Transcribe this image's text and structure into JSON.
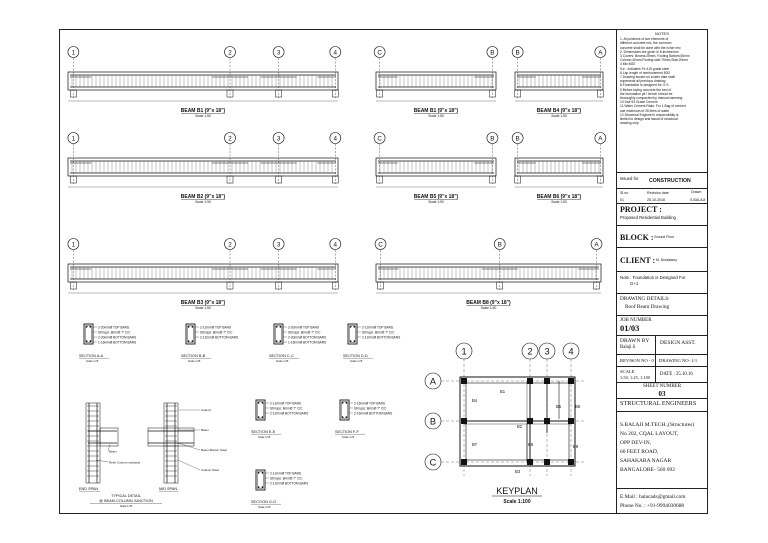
{
  "beams": [
    {
      "title": "BEAM B1 (9\"x 18\")",
      "scale": "Scale 1:50"
    },
    {
      "title": "BEAM B2 (9\"x 18\")",
      "scale": "Scale 1:50"
    },
    {
      "title": "BEAM B3 (9\"x 18\")",
      "scale": "Scale 1:50"
    },
    {
      "title": "BEAM B1 (9\"x 18\")",
      "scale": "Scale 1:50"
    },
    {
      "title": "BEAM B4 (9\"x 18\")",
      "scale": "Scale 1:50"
    },
    {
      "title": "BEAM B5 (9\"x 18\")",
      "scale": "Scale 1:50"
    },
    {
      "title": "BEAM B6 (9\"x 18\")",
      "scale": "Scale 1:50"
    },
    {
      "title": "BEAM B8 (9\"x 18\")",
      "scale": "Scale 1:50"
    }
  ],
  "grid_labels": {
    "one": "1",
    "two": "2",
    "three": "3",
    "four": "4",
    "A": "A",
    "B": "B",
    "C": "C"
  },
  "sections": [
    {
      "title": "SECTION A-A",
      "scale": "Scale 1:25",
      "notes": [
        "2-20mmØ TOP BARS",
        "Stirrups: 8mmØ 7\" C/C",
        "2-20mmØ BOTTOM BARS",
        "1-16mmØ BOTTOM BARS"
      ]
    },
    {
      "title": "SECTION B-B",
      "scale": "Scale 1:25",
      "notes": [
        "2-12mmØ TOP BARS",
        "Stirrups: 8mmØ 7\" C/C",
        "2-12mmØ BOTTOM BARS"
      ]
    },
    {
      "title": "SECTION C-C",
      "scale": "Scale 1:25",
      "notes": [
        "2-20mmØ TOP BARS",
        "Stirrups: 8mmØ 7\" C/C",
        "2-20mmØ BOTTOM BARS",
        "1-16mmØ BOTTOM BARS"
      ]
    },
    {
      "title": "SECTION D-D",
      "scale": "Scale 1:25",
      "notes": [
        "2-12mmØ TOP BARS",
        "Stirrups: 8mmØ 7\" C/C",
        "2-12mmØ BOTTOM BARS"
      ]
    },
    {
      "title": "SECTION E-E",
      "scale": "Scale 1:25",
      "notes": [
        "2-12mmØ TOP BARS",
        "Stirrups: 8mmØ 7\" C/C",
        "2-12mmØ BOTTOM BARS"
      ]
    },
    {
      "title": "SECTION F-F",
      "scale": "Scale 1:25",
      "notes": [
        "2-16mmØ TOP BARS",
        "Stirrups: 8mmØ 7\" C/C",
        "2-16mmØ BOTTOM BARS"
      ]
    },
    {
      "title": "SECTION G-G",
      "scale": "Scale 1:25",
      "notes": [
        "2-12mmØ TOP BARS",
        "Stirrups: 8mmØ 7\" C/C",
        "2-12mmØ BOTTOM BARS"
      ]
    }
  ],
  "junction": {
    "end_span": "END SPAN",
    "mid_span": "MID SPAN",
    "title1": "TYPICAL DETAIL",
    "title2": "@ BEAM-COLUMN JUNCTION",
    "scale": "Scale 1:25",
    "labels": [
      "Column",
      "Beam",
      "Beam Bottom Steel",
      "Column Steel",
      "Beam",
      "Refer Column schedule"
    ]
  },
  "keyplan": {
    "title": "KEYPLAN",
    "scale": "Scale 1:100",
    "beam_labels": [
      "B1",
      "B2",
      "B3",
      "B4",
      "B5",
      "B6",
      "B7",
      "B8",
      "B9"
    ]
  },
  "notes": {
    "heading": "NOTES",
    "lines": [
      "1. At junctions of two elements of",
      "different concrete mix, the common",
      "concrete shall be done with the richer mix",
      "2. Dimensions are given in ft-inches/mm",
      "3.Covers: Beams:25mm, Footing Bottom:50mm",
      "Column:40mm,Footing side:75mm,Slab:20mm",
      "4.Mix:M20",
      "5.# - Indicates Fe 415 grade steel",
      "6.Lap length of reinforcement 50D",
      "7.Drawing issued on a later date shall",
      "supersede all previous drawing",
      "8.Foundation is designed for G+1",
      "9.Before laying concrete the bed of",
      "the foundation pit / trench should be",
      "thoroughly compacted by manual ramming",
      "10.Use 53 Grade Cement",
      "11.Water Cement Ratio: For 1 Bag of cement",
      "use maximum of 25 litres of water",
      "12.Structural Engineer's responsibility is",
      "limited to design and issual of structural",
      "drawing only."
    ]
  },
  "title_block": {
    "issued_for_label": "Issued for",
    "issued_for_value": "CONSTRUCTION",
    "rev_headers": [
      "Sl.no",
      "Revision date",
      "Drawn"
    ],
    "rev_row": [
      "01",
      "25.10.2016",
      "S.BALAJI"
    ],
    "project_label": "PROJECT :",
    "project_value": "Proposed Residential Building",
    "block_label": "BLOCK :",
    "block_value": "Ground Floor",
    "client_label": "CLIENT :",
    "client_value": "M. Duraisamy",
    "note_label": "Note : Foundation is Designed For",
    "note_value": "G+1",
    "drawing_details_label": "DRAWING DETAILS:",
    "drawing_details_value": "Roof Beam Drawing",
    "job_number_label": "JOB NUMBER",
    "job_number_value": "01/03",
    "drawn_by_label": "DRAWN BY",
    "drawn_by_value": "Balaji.S",
    "design_asst_label": "DESIGN ASST.",
    "revision_no": "REVISON NO - 0",
    "drawing_no": "DRAWING NO- 1/1",
    "scale_label": "SCALE",
    "scale_value": "1:50, 1:25, 1:100",
    "date": "DATE : 25.10.16",
    "sheet_number_label": "SHEET NUMBER",
    "sheet_number_value": "03",
    "firm": "STRUCTURAL ENGINEERS",
    "address": [
      "S.BALAJI M.TECH.,(Structures)",
      "No 202, CQAL LAYOUT,",
      "OPP DEV-IN,",
      "60 FEET ROAD,",
      "SAHAKARA NAGAR",
      "BANGALORE- 560 092"
    ],
    "email": "E.Mail    : balacads@gmail.com",
    "phone": "Phone No. : +91-9994030688"
  }
}
